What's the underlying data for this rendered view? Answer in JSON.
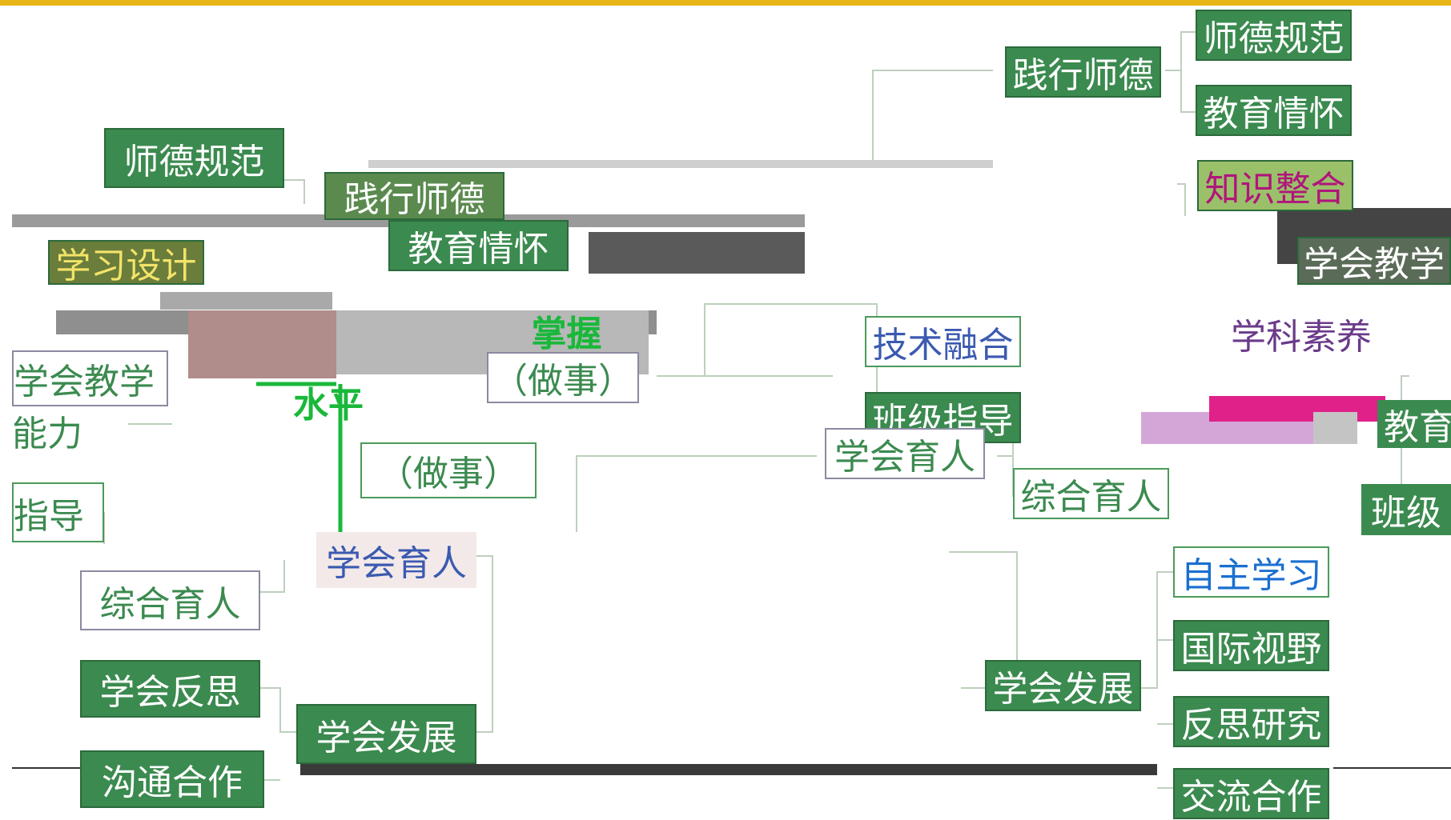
{
  "colors": {
    "top_bar": "#e8b516",
    "node_fill": "#3b8a4f",
    "node_text": "#ffffff",
    "magenta_text": "#b0157a",
    "line": "#bfcfbf"
  },
  "right_tree": {
    "shijian_shide": "践行师德",
    "shide_guifan": "师德规范",
    "jiaoyu_qinghuai": "教育情怀",
    "zhishi_zhenghe": "知识整合",
    "xuehui_jiaoxue": "学会教学",
    "xueke_suyang": "学科素养",
    "jishu_ronghe": "技术融合",
    "zuoshi": "（做事）",
    "xuehui_yuren": "学会育人",
    "banji_zhidao": "班级指导",
    "zonghe_yuren": "综合育人",
    "jiaoyu": "教育",
    "banji": "班级",
    "xuehui_fazhan": "学会发展",
    "zizhu_xuexi": "自主学习",
    "guoji_shiye": "国际视野",
    "fansi_yanjiu": "反思研究",
    "jiaoliu_hezuo": "交流合作"
  },
  "left_tree": {
    "shide_guifan": "师德规范",
    "shijian_shide": "践行师德",
    "jiaoyu_qinghuai": "教育情怀",
    "xuexi_sheji": "学习设计",
    "xuehui_jiaoxue": "学会教学",
    "shuiping": "水平",
    "yu_zhangwo": "掌握",
    "zuoshi": "（做事）",
    "nengli": "能力",
    "zhidao": "指导",
    "zonghe_yuren": "综合育人",
    "xuehui_yuren": "学会育人",
    "xuehui_fansi": "学会反思",
    "goutong_hezuo": "沟通合作",
    "xuehui_fazhan": "学会发展"
  }
}
